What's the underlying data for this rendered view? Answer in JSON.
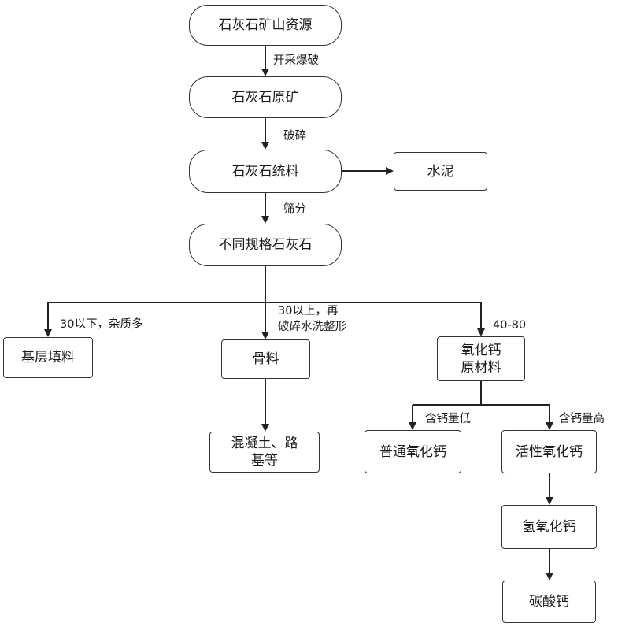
{
  "nodes": {
    "resource": "石灰石矿山资源",
    "raw_ore": "石灰石原矿",
    "bulk": "石灰石统料",
    "cement": "水泥",
    "graded": "不同规格石灰石",
    "base_fill": "基层填料",
    "aggregate": "骨料",
    "cao_raw_line1": "氧化钙",
    "cao_raw_line2": "原材料",
    "concrete_line1": "混凝土、路",
    "concrete_line2": "基等",
    "common_cao": "普通氧化钙",
    "active_cao": "活性氧化钙",
    "hydroxide": "氢氧化钙",
    "carbonate": "碳酸钙"
  },
  "edges": {
    "mining": "开采爆破",
    "crushing": "破碎",
    "screening": "筛分",
    "under30": "30以下，杂质多",
    "over30_line1": "30以上，再",
    "over30_line2": "破碎水洗整形",
    "range40_80": "40-80",
    "low_ca": "含钙量低",
    "high_ca": "含钙量高"
  }
}
